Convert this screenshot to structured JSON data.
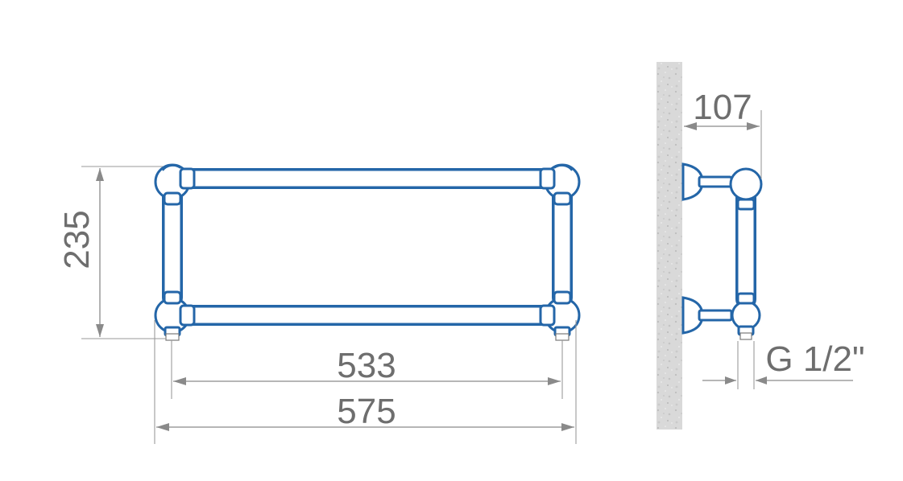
{
  "dimensions": {
    "height": "235",
    "inner_width": "533",
    "outer_width": "575",
    "depth": "107",
    "connection": "G 1/2\""
  },
  "colors": {
    "pipe": "#2466a8",
    "dimension_text": "#6e6e6e",
    "wall": "#d6d6d6"
  }
}
